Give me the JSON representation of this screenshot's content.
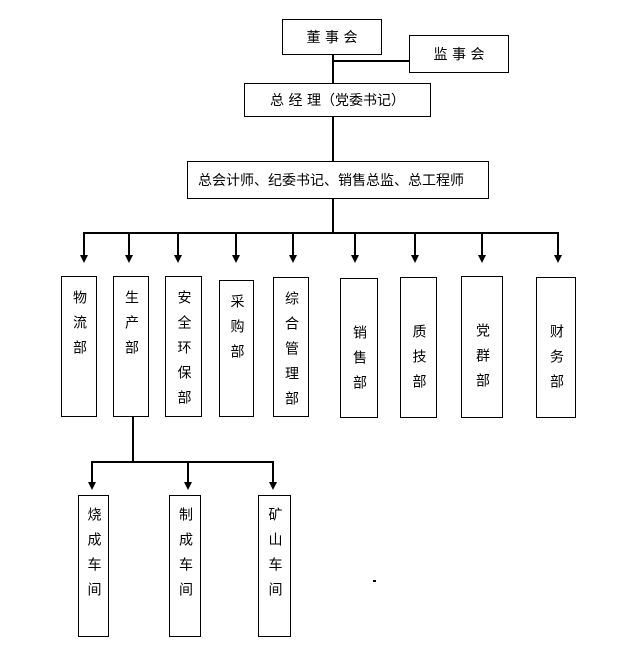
{
  "diagram": {
    "type": "org-chart",
    "nodes": {
      "board": "董 事 会",
      "supervisory": "监 事 会",
      "general_manager": "总 经 理（党委书记）",
      "staff_line": "总会计师、纪委书记、销售总监、总工程师"
    },
    "departments": [
      "物流部",
      "生产部",
      "安全环保部",
      "采购部",
      "综合管理部",
      "销售部",
      "质技部",
      "党群部",
      "财务部"
    ],
    "workshops": [
      "烧成车间",
      "制成车间",
      "矿山车间"
    ],
    "stray_dot": "·",
    "colors": {
      "line": "#000000",
      "background": "#ffffff",
      "text": "#000000"
    }
  }
}
